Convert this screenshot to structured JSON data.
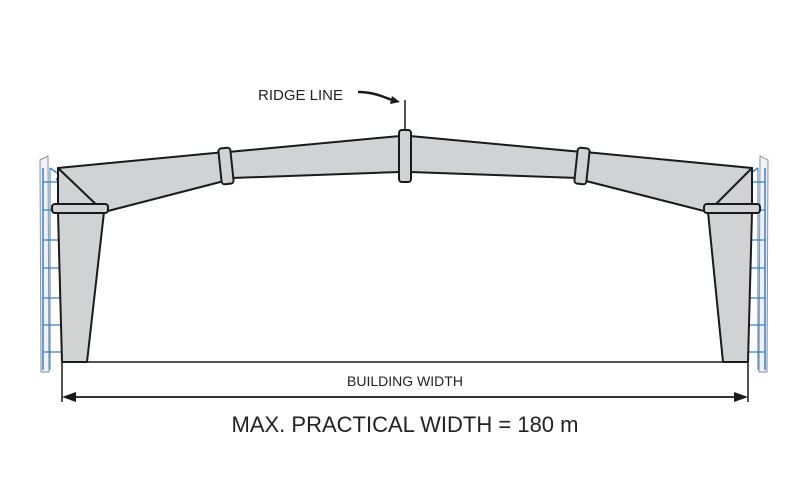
{
  "labels": {
    "ridge_line": "RIDGE LINE",
    "building_width": "BUILDING WIDTH",
    "max_practical_width": "MAX. PRACTICAL WIDTH = 180 m"
  },
  "colors": {
    "frame_fill": "#d1d2d4",
    "outline": "#1a1a1a",
    "wall_girts": "#3b7fc4",
    "background": "#ffffff"
  }
}
